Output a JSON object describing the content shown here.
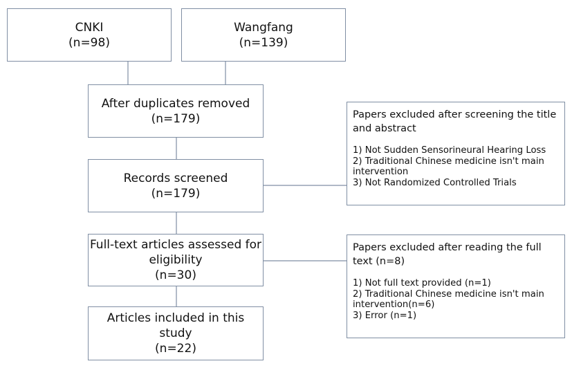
{
  "sources": [
    {
      "name": "CNKI",
      "count": "(n=98)"
    },
    {
      "name": "Wangfang",
      "count": "(n=139)"
    }
  ],
  "steps": [
    {
      "lines": [
        "After duplicates removed",
        "(n=179)"
      ]
    },
    {
      "lines": [
        "Records screened",
        "(n=179)"
      ]
    },
    {
      "lines": [
        "Full-text articles assessed for",
        "eligibility",
        "(n=30)"
      ]
    },
    {
      "lines": [
        "Articles included in this",
        "study",
        "(n=22)"
      ]
    }
  ],
  "exclusions": [
    {
      "heading": [
        "Papers excluded after screening the title",
        "and abstract"
      ],
      "items": [
        "1) Not Sudden Sensorineural Hearing Loss",
        "2) Traditional Chinese medicine isn't main",
        "intervention",
        "3) Not Randomized Controlled Trials"
      ]
    },
    {
      "heading": [
        "Papers excluded after reading the full",
        "text (n=8)"
      ],
      "items": [
        "1) Not full text provided (n=1)",
        "2) Traditional Chinese medicine isn't main",
        "intervention(n=6)",
        "3) Error (n=1)"
      ]
    }
  ]
}
